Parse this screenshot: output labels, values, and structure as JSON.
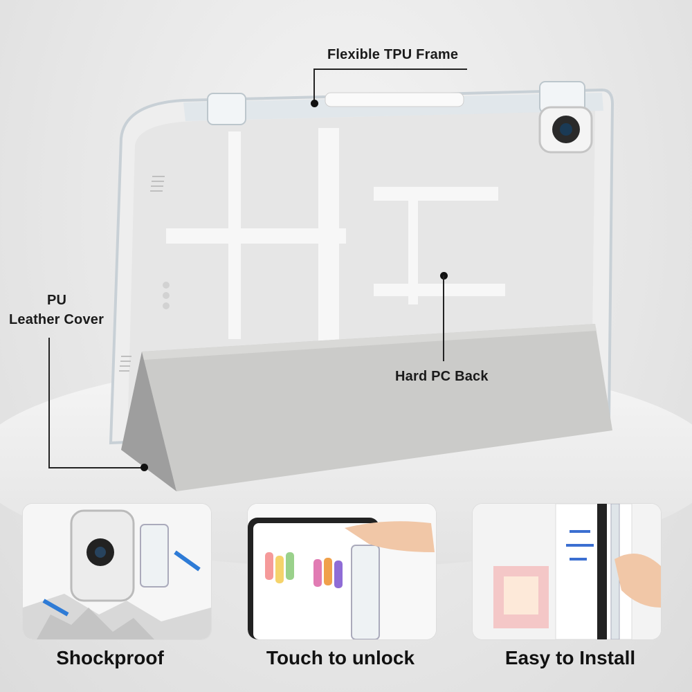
{
  "callouts": {
    "tpu": "Flexible TPU Frame",
    "pu_line1": "PU",
    "pu_line2": "Leather Cover",
    "pc": "Hard PC Back"
  },
  "features": [
    {
      "label": "Shockproof"
    },
    {
      "label": "Touch to unlock"
    },
    {
      "label": "Easy to Install"
    }
  ],
  "colors": {
    "cover": "#c9c9c7",
    "frame": "#e8eef2",
    "text": "#111111"
  }
}
